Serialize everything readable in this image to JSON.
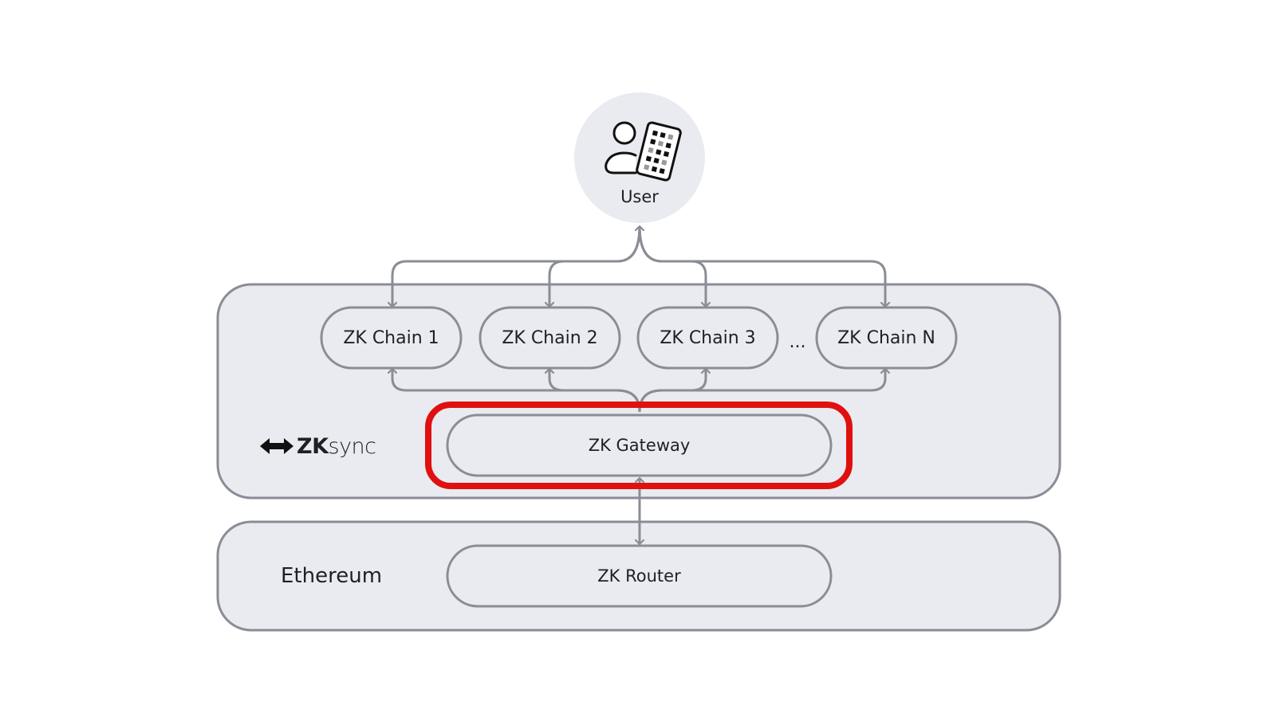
{
  "user": {
    "label": "User",
    "icon": "user-with-device-icon"
  },
  "chains": [
    {
      "label": "ZK Chain 1"
    },
    {
      "label": "ZK Chain 2"
    },
    {
      "label": "ZK Chain 3"
    },
    {
      "label": "ZK Chain N"
    }
  ],
  "ellipsis": "...",
  "brand": {
    "logo_icon": "zksync-logo-icon",
    "strong": "ZK",
    "light": "sync"
  },
  "gateway": {
    "label": "ZK Gateway",
    "highlight_color": "#e01010"
  },
  "ethereum": {
    "label": "Ethereum"
  },
  "router": {
    "label": "ZK Router"
  },
  "colors": {
    "panel_fill": "#e9ebf0",
    "stroke": "#8a8d96",
    "node_fill": "#e9ebf0",
    "text": "#1f2024"
  }
}
